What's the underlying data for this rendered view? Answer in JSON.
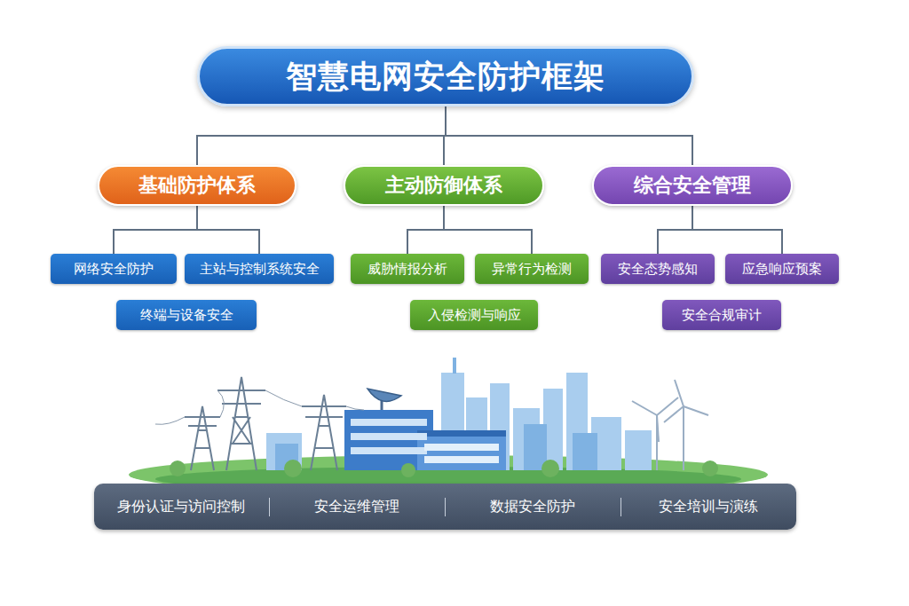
{
  "diagram": {
    "nodes": [
      {
        "text": [
          "智慧电网安全防护框架"
        ]
      },
      {
        "text": [
          "基础防护体系"
        ]
      },
      {
        "text": [
          "网络安全防护"
        ]
      },
      {
        "text": [
          "主站与控制系统安全"
        ]
      },
      {
        "text": [
          "终端与设备安全"
        ]
      },
      {
        "text": [
          "主动防御体系"
        ]
      },
      {
        "text": [
          "威胁情报分析"
        ]
      },
      {
        "text": [
          "异常行为检测"
        ]
      },
      {
        "text": [
          "入侵检测与响应"
        ]
      },
      {
        "text": [
          "综合安全管理"
        ]
      },
      {
        "text": [
          "安全态势感知"
        ]
      },
      {
        "text": [
          "应急响应预案"
        ]
      },
      {
        "text": [
          "安全合规审计"
        ]
      },
      {
        "text": [
          "身份认证与访问控制",
          "安全运维管理",
          "数据安全防护",
          "安全培训与演练"
        ]
      }
    ],
    "edges": [
      {
        "from": 0,
        "to": 1,
        "arrow": "none"
      },
      {
        "from": 0,
        "to": 5,
        "arrow": "none"
      },
      {
        "from": 0,
        "to": 9,
        "arrow": "none"
      },
      {
        "from": 1,
        "to": 2,
        "arrow": "none"
      },
      {
        "from": 1,
        "to": 3,
        "arrow": "none"
      },
      {
        "from": 5,
        "to": 6,
        "arrow": "none"
      },
      {
        "from": 5,
        "to": 7,
        "arrow": "none"
      },
      {
        "from": 9,
        "to": 10,
        "arrow": "none"
      },
      {
        "from": 9,
        "to": 11,
        "arrow": "none"
      }
    ]
  }
}
